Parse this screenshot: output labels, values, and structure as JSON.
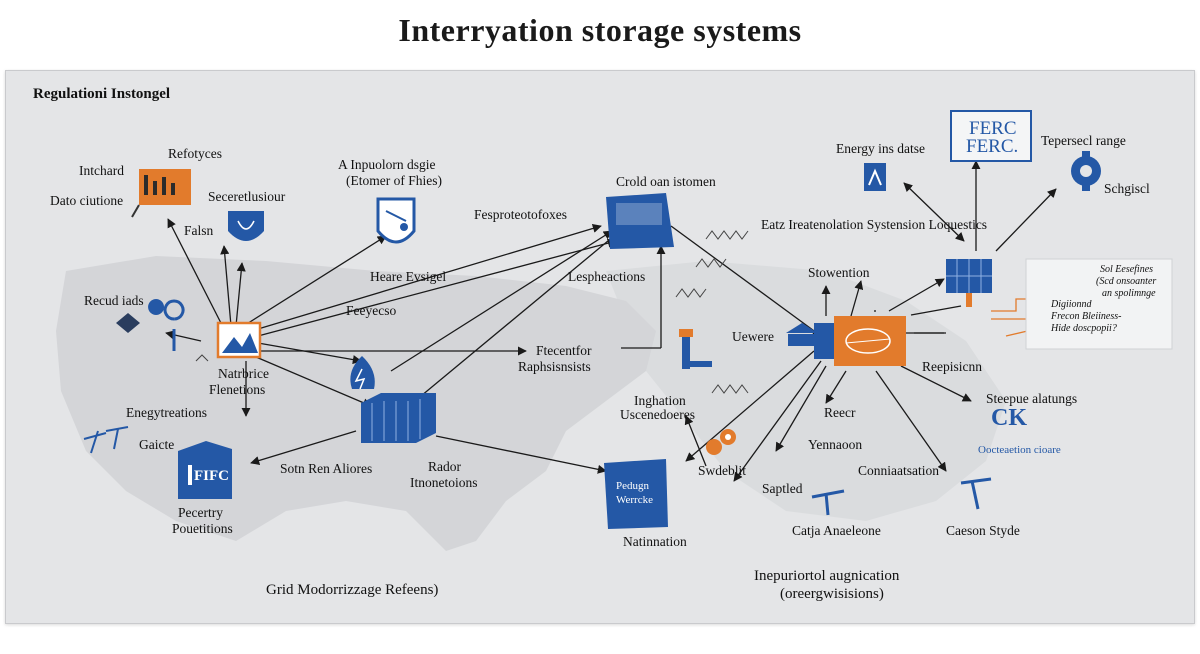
{
  "title": "Interryation storage systems",
  "panel": {
    "heading": "Regulationi Instongel"
  },
  "labels": {
    "l01": "Refotyces",
    "l02": "Intchard",
    "l03": "Dato ciutione",
    "l04": "Seceretlusiour",
    "l05": "Falsn",
    "l06": "A Inpuolorn dsgie",
    "l07": "(Etomer of Fhies)",
    "l08": "Fesproteotofoxes",
    "l09": "Crold oan istomen",
    "l10": "Energy ins datse",
    "l11": "FERC",
    "l12": "FERC.",
    "l13": "Tepersecl range",
    "l14": "Schgiscl",
    "l15": "Eatz Ireatenolation Systension Loquestics",
    "l16": "Heare Evsigel",
    "l17": "Lespheactions",
    "l18": "Recud iads",
    "l19": "Feeyecso",
    "l20": "Stowention",
    "l21": "Natrbrice",
    "l22": "Flenetions",
    "l23": "Ftecentfor",
    "l24": "Raphsisnsists",
    "l25": "Uewere",
    "l26": "Reepisicnn",
    "l27": "Enegytreations",
    "l28": "Inghation",
    "l29": "Uscenedoeres",
    "l30": "Steepue alatungs",
    "l31": "Reecr",
    "l32": "Oocteaetion cioare",
    "l33": "Gaicte",
    "l34": "Sotn Ren Aliores",
    "l35": "Rador",
    "l36": "Itnonetoions",
    "l37": "Yennaoon",
    "l38": "Swdeblit",
    "l39": "Conniaatsation",
    "l40": "Saptled",
    "l41": "Pecertry",
    "l42": "Pouetitions",
    "l43": "Catja Anaeleone",
    "l44": "Caeson Styde",
    "l45": "Natinnation",
    "l46": "Grid Modorrizzage Refeens)",
    "l47": "Inepuriortol augnication",
    "l48": "(oreergwisisions)",
    "l49": "CK",
    "ferc_box": "FIFC",
    "center_box_1": "Pedugn",
    "center_box_2": "Werrcke"
  },
  "notes": [
    "Sol Eesefines",
    "(Scd onsoanter",
    "an spolimnge",
    "Digiionnd",
    "Frecon Bleiiness-",
    "Hide doscpopii?"
  ],
  "colors": {
    "blue": "#2458a6",
    "orange": "#e27b2c",
    "panel": "#e4e5e7",
    "map": "#c7c9cc"
  }
}
